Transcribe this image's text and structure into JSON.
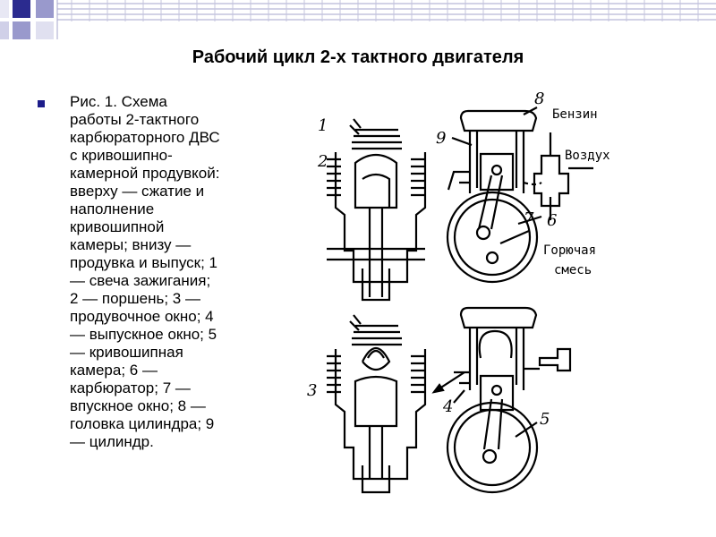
{
  "slide": {
    "title": "Рабочий цикл 2-х  тактного двигателя",
    "caption": "Рис. 1. Схема\nработы 2-тактного\nкарбюраторного ДВС\nс кривошипно-\nкамерной продувкой:\nвверху — сжатие и\nнаполнение\nкривошипной\nкамеры; внизу —\nпродувка и выпуск; 1\n— свеча зажигания;\n2 — поршень; 3 —\nпродувочное окно; 4\n— выпускное окно; 5\n— кривошипная\nкамера; 6 —\nкарбюратор; 7 —\nвпускное окно; 8 —\nголовка цилиндра; 9\n— цилиндр."
  },
  "figure": {
    "labels": {
      "n1": "1",
      "n2": "2",
      "n3": "3",
      "n4": "4",
      "n5": "5",
      "n6": "6",
      "n7": "7",
      "n8": "8",
      "n9": "9",
      "fuel": "Бензин",
      "air": "Воздух",
      "mix1": "Горючая",
      "mix2": "смесь"
    }
  },
  "theme": {
    "accent": "#1c1c8a",
    "corner_square": "#3c3ca0"
  }
}
